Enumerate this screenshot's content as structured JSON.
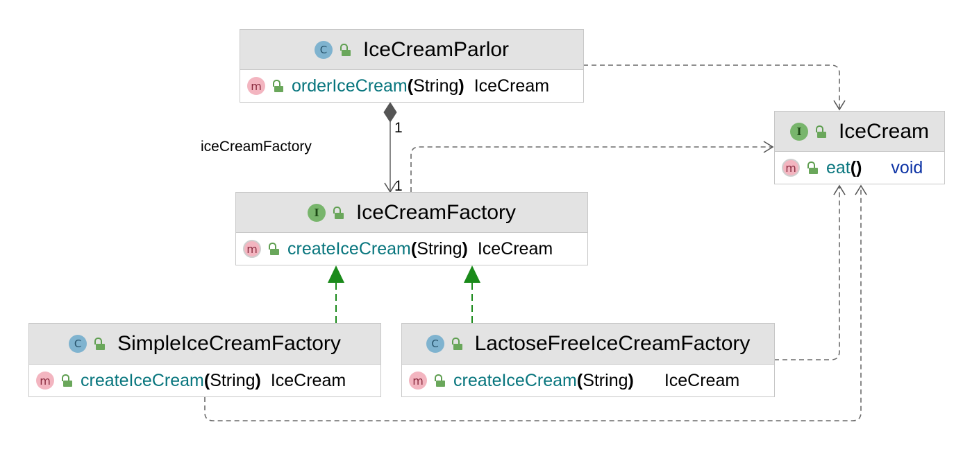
{
  "classes": [
    {
      "name": "IceCreamParlor",
      "kind_badge": "C",
      "methods": [
        {
          "badge": "m",
          "name": "orderIceCream",
          "open": "(",
          "params": "String",
          "close": ")",
          "returns": "IceCream"
        }
      ]
    },
    {
      "name": "IceCream",
      "kind_badge": "I",
      "methods": [
        {
          "badge": "m",
          "name": "eat",
          "open": "()",
          "params": "",
          "close": "",
          "returns": "void"
        }
      ]
    },
    {
      "name": "IceCreamFactory",
      "kind_badge": "I",
      "methods": [
        {
          "badge": "m",
          "name": "createIceCream",
          "open": "(",
          "params": "String",
          "close": ")",
          "returns": "IceCream"
        }
      ]
    },
    {
      "name": "SimpleIceCreamFactory",
      "kind_badge": "C",
      "methods": [
        {
          "badge": "m",
          "name": "createIceCream",
          "open": "(",
          "params": "String",
          "close": ")",
          "returns": "IceCream"
        }
      ]
    },
    {
      "name": "LactoseFreeIceCreamFactory",
      "kind_badge": "C",
      "methods": [
        {
          "badge": "m",
          "name": "createIceCream",
          "open": "(",
          "params": "String",
          "close": ")",
          "returns": "IceCream"
        }
      ]
    }
  ],
  "associations": [
    {
      "from": "IceCreamParlor",
      "to": "IceCreamFactory",
      "type": "composition",
      "label": "iceCreamFactory",
      "source_multiplicity": "1",
      "target_multiplicity": "1"
    }
  ],
  "dependencies": [
    {
      "from": "IceCreamParlor",
      "to": "IceCream"
    },
    {
      "from": "IceCreamFactory",
      "to": "IceCream"
    },
    {
      "from": "LactoseFreeIceCreamFactory",
      "to": "IceCream"
    },
    {
      "from": "SimpleIceCreamFactory",
      "to": "IceCream"
    }
  ],
  "realizations": [
    {
      "from": "SimpleIceCreamFactory",
      "to": "IceCreamFactory"
    },
    {
      "from": "LactoseFreeIceCreamFactory",
      "to": "IceCreamFactory"
    }
  ],
  "colors": {
    "header_bg": "#e3e3e3",
    "border": "#c7c7c7",
    "method_name": "#07757d",
    "void_keyword": "#0d33a5",
    "realization_arrow": "#1a8a1a",
    "dependency_line": "#6a6a6a"
  }
}
